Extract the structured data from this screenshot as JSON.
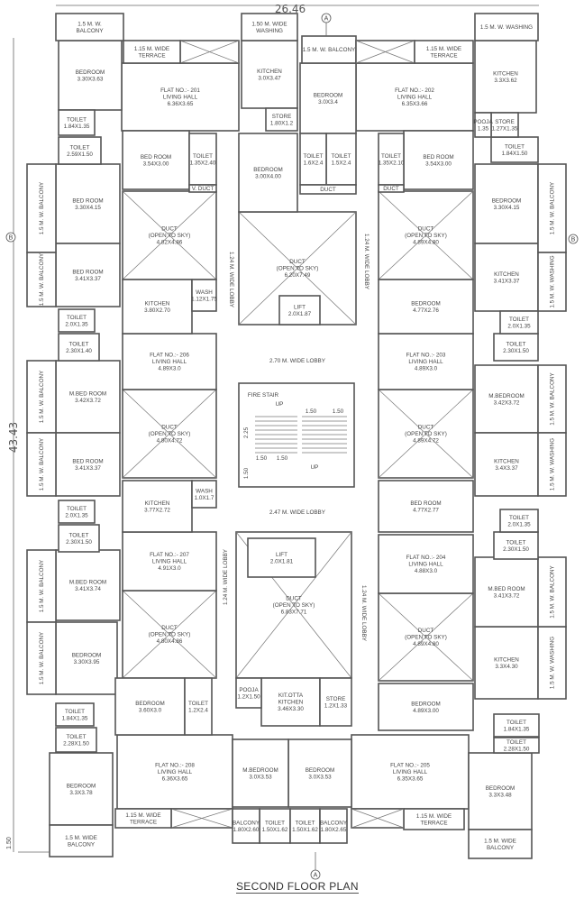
{
  "title": "SECOND FLOOR PLAN",
  "dimensions": {
    "width": "26.46",
    "height": "43.43",
    "offset": "1.50"
  },
  "grid_markers": {
    "a_top": "A",
    "a_bottom": "A",
    "b_left": "B",
    "b_right": "B"
  },
  "lobbies": [
    "1.24 M. WIDE LOBBY",
    "1.24 M. WIDE LOBBY",
    "2.70 M. WIDE LOBBY",
    "2.47 M. WIDE LOBBY",
    "1.24 M. WIDE LOBBY",
    "1.24 M. WIDE LOBBY"
  ],
  "stair": {
    "label": "FIRE STAIR",
    "up": "UP",
    "up2": "UP",
    "dims": [
      "1.50",
      "1.50",
      "2.25",
      "1.50",
      "1.50",
      "1.50"
    ]
  },
  "rooms": [
    {
      "lines": [
        "1.5 M. W.",
        "BALCONY"
      ]
    },
    {
      "lines": [
        "BEDROOM",
        "3.30X3.63"
      ]
    },
    {
      "lines": [
        "1.15 M. WIDE",
        "TERRACE"
      ]
    },
    {
      "lines": [],
      "type": "open"
    },
    {
      "lines": [
        "FLAT NO.:- 201",
        "LIVING HALL",
        "6.36X3.65"
      ]
    },
    {
      "lines": [
        "1.50 M. WIDE",
        "WASHING"
      ]
    },
    {
      "lines": [
        "KITCHEN",
        "3.0X3.47"
      ]
    },
    {
      "lines": [
        "STORE",
        "1.80X1.2"
      ]
    },
    {
      "lines": [
        "BEDROOM",
        "3.00X4.00"
      ]
    },
    {
      "lines": [
        "1.5 M. W. BALCONY"
      ]
    },
    {
      "lines": [],
      "type": "open"
    },
    {
      "lines": [
        "BEDROOM",
        "3.0X3.4"
      ]
    },
    {
      "lines": [
        "TOILET",
        "1.6X2.4"
      ]
    },
    {
      "lines": [
        "TOILET",
        "1.5X2.4"
      ]
    },
    {
      "lines": [
        "DUCT"
      ]
    },
    {
      "lines": [
        "1.15 M. WIDE",
        "TERRACE"
      ]
    },
    {
      "lines": [
        "FLAT NO.:- 202",
        "LIVING HALL",
        "6.35X3.66"
      ]
    },
    {
      "lines": [
        "1.5 M. W. WASHING"
      ]
    },
    {
      "lines": [
        "KITCHEN",
        "3.3X3.62"
      ]
    },
    {
      "lines": [
        "POOJA",
        "1.35"
      ]
    },
    {
      "lines": [
        "STORE",
        "1.27X1.35"
      ]
    },
    {
      "lines": [
        "TOILET",
        "1.84X1.50"
      ]
    },
    {
      "lines": [
        "TOILET",
        "1.84X1.35"
      ]
    },
    {
      "lines": [
        "TOILET",
        "2.59X1.50"
      ]
    },
    {
      "lines": [
        "BED ROOM",
        "3.54X3.00"
      ]
    },
    {
      "lines": [
        "TOILET",
        "1.35X2.40"
      ]
    },
    {
      "lines": [
        "V. DUCT"
      ]
    },
    {
      "lines": [
        "DUCT",
        "(OPEN TO SKY)",
        "4.82X4.86"
      ],
      "type": "duct"
    },
    {
      "lines": [
        "DUCT",
        "(OPEN TO SKY)",
        "6.20X7.49"
      ],
      "type": "duct"
    },
    {
      "lines": [
        "LIFT",
        "2.0X1.87"
      ]
    },
    {
      "lines": [
        "TOILET",
        "1.35X2.10"
      ]
    },
    {
      "lines": [
        "BED ROOM",
        "3.54X3.00"
      ]
    },
    {
      "lines": [
        "DUCT"
      ]
    },
    {
      "lines": [
        "DUCT",
        "(OPEN TO SKY)",
        "4.89X4.80"
      ],
      "type": "duct"
    },
    {
      "lines": [
        "1.5 M. W. BALCONY"
      ],
      "type": "vertical"
    },
    {
      "lines": [
        "BED ROOM",
        "3.30X4.15"
      ]
    },
    {
      "lines": [
        "BEDROOM",
        "3.30X4.15"
      ]
    },
    {
      "lines": [
        "1.5 M. W. BALCONY"
      ],
      "type": "vertical"
    },
    {
      "lines": [
        "1.5 M. W. BALCONY"
      ],
      "type": "vertical"
    },
    {
      "lines": [
        "BED ROOM",
        "3.41X3.37"
      ]
    },
    {
      "lines": [
        "KITCHEN",
        "3.80X2.70"
      ]
    },
    {
      "lines": [
        "WASH",
        "1.12X1.75"
      ]
    },
    {
      "lines": [
        "BEDROOM",
        "4.77X2.76"
      ]
    },
    {
      "lines": [
        "KITCHEN",
        "3.41X3.37"
      ]
    },
    {
      "lines": [
        "1.5 M. W. WASHING"
      ],
      "type": "vertical"
    },
    {
      "lines": [
        "TOILET",
        "2.0X1.35"
      ]
    },
    {
      "lines": [
        "TOILET",
        "2.30X1.40"
      ]
    },
    {
      "lines": [
        "FLAT NO.:- 206",
        "LIVING HALL",
        "4.89X3.0"
      ]
    },
    {
      "lines": [
        "FLAT NO.:- 203",
        "LIVING HALL",
        "4.89X3.0"
      ]
    },
    {
      "lines": [
        "TOILET",
        "2.0X1.35"
      ]
    },
    {
      "lines": [
        "TOILET",
        "2.30X1.50"
      ]
    },
    {
      "lines": [
        "1.5 M. W. BALCONY"
      ],
      "type": "vertical"
    },
    {
      "lines": [
        "M.BED ROOM",
        "3.42X3.72"
      ]
    },
    {
      "lines": [
        "DUCT",
        "(OPEN TO SKY)",
        "4.80X4.72"
      ],
      "type": "duct"
    },
    {
      "lines": [
        "DUCT",
        "(OPEN TO SKY)",
        "4.89X4.72"
      ],
      "type": "duct"
    },
    {
      "lines": [
        "M.BEDROOM",
        "3.42X3.72"
      ]
    },
    {
      "lines": [
        "1.5 M. W. BALCONY"
      ],
      "type": "vertical"
    },
    {
      "lines": [
        "1.5 M. W. BALCONY"
      ],
      "type": "vertical"
    },
    {
      "lines": [
        "BED ROOM",
        "3.41X3.37"
      ]
    },
    {
      "lines": [
        "KITCHEN",
        "3.77X2.72"
      ]
    },
    {
      "lines": [
        "WASH",
        "1.0X1.7"
      ]
    },
    {
      "lines": [
        "BED ROOM",
        "4.77X2.77"
      ]
    },
    {
      "lines": [
        "KITCHEN",
        "3.4X3.37"
      ]
    },
    {
      "lines": [
        "1.5 M. W. WASHING"
      ],
      "type": "vertical"
    },
    {
      "lines": [
        "TOILET",
        "2.0X1.35"
      ]
    },
    {
      "lines": [
        "TOILET",
        "2.30X1.50"
      ]
    },
    {
      "lines": [
        "TOILET",
        "2.0X1.35"
      ]
    },
    {
      "lines": [
        "TOILET",
        "2.30X1.50"
      ]
    },
    {
      "lines": [
        "FLAT NO.:- 207",
        "LIVING HALL",
        "4.91X3.0"
      ]
    },
    {
      "lines": [
        "LIFT",
        "2.0X1.81"
      ]
    },
    {
      "lines": [
        "DUCT",
        "(OPEN TO SKY)",
        "6.83X7.71"
      ],
      "type": "duct"
    },
    {
      "lines": [
        "FLAT NO.:- 204",
        "LIVING HALL",
        "4.88X3.0"
      ]
    },
    {
      "lines": [
        "1.5 M. W. BALCONY"
      ],
      "type": "vertical"
    },
    {
      "lines": [
        "M.BED ROOM",
        "3.41X3.74"
      ]
    },
    {
      "lines": [
        "DUCT",
        "(OPEN TO SKY)",
        "4.80X4.86"
      ],
      "type": "duct"
    },
    {
      "lines": [
        "DUCT",
        "(OPEN TO SKY)",
        "4.89X4.80"
      ],
      "type": "duct"
    },
    {
      "lines": [
        "M.BED ROOM",
        "3.41X3.72"
      ]
    },
    {
      "lines": [
        "1.5 M. W. BALCONY"
      ],
      "type": "vertical"
    },
    {
      "lines": [
        "1.5 M. W. BALCONY"
      ],
      "type": "vertical"
    },
    {
      "lines": [
        "BEDROOM",
        "3.30X3.95"
      ]
    },
    {
      "lines": [
        "KITCHEN",
        "3.3X4.30"
      ]
    },
    {
      "lines": [
        "1.5 M. W. WASHING"
      ],
      "type": "vertical"
    },
    {
      "lines": [
        "BEDROOM",
        "3.60X3.0"
      ]
    },
    {
      "lines": [
        "TOILET",
        "1.2X2.4"
      ]
    },
    {
      "lines": [
        "POOJA",
        "1.2X1.50"
      ]
    },
    {
      "lines": [
        "KIT.OTTA",
        "KITCHEN",
        "3.46X3.30"
      ]
    },
    {
      "lines": [
        "STORE",
        "1.2X1.33"
      ]
    },
    {
      "lines": [
        "BEDROOM",
        "4.89X3.00"
      ]
    },
    {
      "lines": [
        "TOILET",
        "1.84X1.35"
      ]
    },
    {
      "lines": [
        "TOILET",
        "2.28X1.50"
      ]
    },
    {
      "lines": [
        "TOILET",
        "1.84X1.35"
      ]
    },
    {
      "lines": [
        "TOILET",
        "2.28X1.50"
      ]
    },
    {
      "lines": [
        "FLAT NO.:- 208",
        "LIVING HALL",
        "6.36X3.65"
      ]
    },
    {
      "lines": [
        "M.BEDROOM",
        "3.0X3.53"
      ]
    },
    {
      "lines": [
        "BEDROOM",
        "3.0X3.53"
      ]
    },
    {
      "lines": [
        "FLAT NO.:- 205",
        "LIVING HALL",
        "6.35X3.65"
      ]
    },
    {
      "lines": [
        "BEDROOM",
        "3.3X3.78"
      ]
    },
    {
      "lines": [
        "1.5 M. WIDE",
        "BALCONY"
      ]
    },
    {
      "lines": [
        "1.15 M. WIDE",
        "TERRACE"
      ]
    },
    {
      "lines": [],
      "type": "open"
    },
    {
      "lines": [
        "BALCONY",
        "1.80X2.60"
      ]
    },
    {
      "lines": [
        "TOILET",
        "1.50X1.62"
      ]
    },
    {
      "lines": [
        "TOILET",
        "1.50X1.62"
      ]
    },
    {
      "lines": [
        "BALCONY",
        "1.80X2.65"
      ]
    },
    {
      "lines": [],
      "type": "open"
    },
    {
      "lines": [
        "1.15 M. WIDE",
        "TERRACE"
      ]
    },
    {
      "lines": [
        "BEDROOM",
        "3.3X3.48"
      ]
    },
    {
      "lines": [
        "1.5 M. WIDE",
        "BALCONY"
      ]
    }
  ]
}
